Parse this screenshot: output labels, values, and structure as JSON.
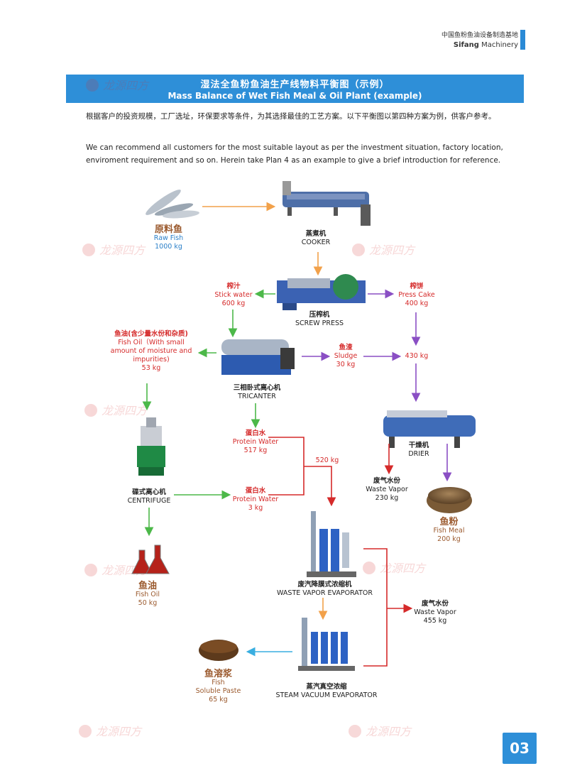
{
  "header": {
    "company_cn": "中国鱼粉鱼油设备制造基地",
    "company_bold": "Sifang",
    "company_rest": " Machinery"
  },
  "banner": {
    "title_cn": "湿法全鱼粉鱼油生产线物料平衡图（示例）",
    "title_en": "Mass Balance of Wet Fish Meal & Oil Plant (example)"
  },
  "intro": {
    "cn": "根据客户的投资规模，工厂选址，环保要求等条件，为其选择最佳的工艺方案。以下平衡图以第四种方案为例，供客户参考。",
    "en": "We can recommend all customers for the most suitable layout as per the investment situation, factory location, enviroment requirement and so on. Herein take Plan 4 as an example to give a brief introduction for reference."
  },
  "flow": {
    "raw_fish": {
      "cn": "原料鱼",
      "en": "Raw Fish",
      "qty": "1000 kg"
    },
    "cooker": {
      "cn": "蒸煮机",
      "en": "COOKER"
    },
    "stick_water": {
      "cn": "榨汁",
      "en": "Stick water",
      "qty": "600 kg"
    },
    "press_cake": {
      "cn": "榨饼",
      "en": "Press Cake",
      "qty": "400 kg"
    },
    "screw_press": {
      "cn": "压榨机",
      "en": "SCREW PRESS"
    },
    "fish_oil_crude": {
      "cn": "鱼油(含少量水份和杂质)",
      "en1": "Fish Oil（With small",
      "en2": "amount of moisture and",
      "en3": "impurities)",
      "qty": "53 kg"
    },
    "sludge": {
      "cn": "鱼渣",
      "en": "Sludge",
      "qty": "30 kg"
    },
    "sum_430": "430 kg",
    "tricanter": {
      "cn": "三相卧式离心机",
      "en": "TRICANTER"
    },
    "protein_water_1": {
      "cn": "蛋白水",
      "en": "Protein Water",
      "qty": "517 kg"
    },
    "sum_520": "520 kg",
    "drier": {
      "cn": "干燥机",
      "en": "DRIER"
    },
    "waste_vapor_1": {
      "cn": "废气水份",
      "en": "Waste Vapor",
      "qty": "230 kg"
    },
    "centrifuge": {
      "cn": "碟式离心机",
      "en": "CENTRIFUGE"
    },
    "protein_water_2": {
      "cn": "蛋白水",
      "en": "Protein Water",
      "qty": "3 kg"
    },
    "fish_meal": {
      "cn": "鱼粉",
      "en": "Fish Meal",
      "qty": "200 kg"
    },
    "fish_oil": {
      "cn": "鱼油",
      "en": "Fish Oil",
      "qty": "50 kg"
    },
    "evaporator_1": {
      "cn": "废汽降膜式浓缩机",
      "en": "WASTE VAPOR EVAPORATOR"
    },
    "waste_vapor_2": {
      "cn": "废气水份",
      "en": "Waste Vapor",
      "qty": "455 kg"
    },
    "soluble_paste": {
      "cn": "鱼溶浆",
      "en1": "Fish",
      "en2": "Soluble Paste",
      "qty": "65 kg"
    },
    "evaporator_2": {
      "cn": "蒸汽真空浓缩",
      "en": "STEAM VACUUM EVAPORATOR"
    }
  },
  "watermark": "龙源四方",
  "page_number": "03",
  "colors": {
    "banner": "#2e8fd8",
    "arrow_orange": "#f2a14a",
    "arrow_green": "#4cb849",
    "arrow_purple": "#8a4fc4",
    "arrow_red": "#d52a2a",
    "arrow_lightblue": "#39aee0"
  }
}
